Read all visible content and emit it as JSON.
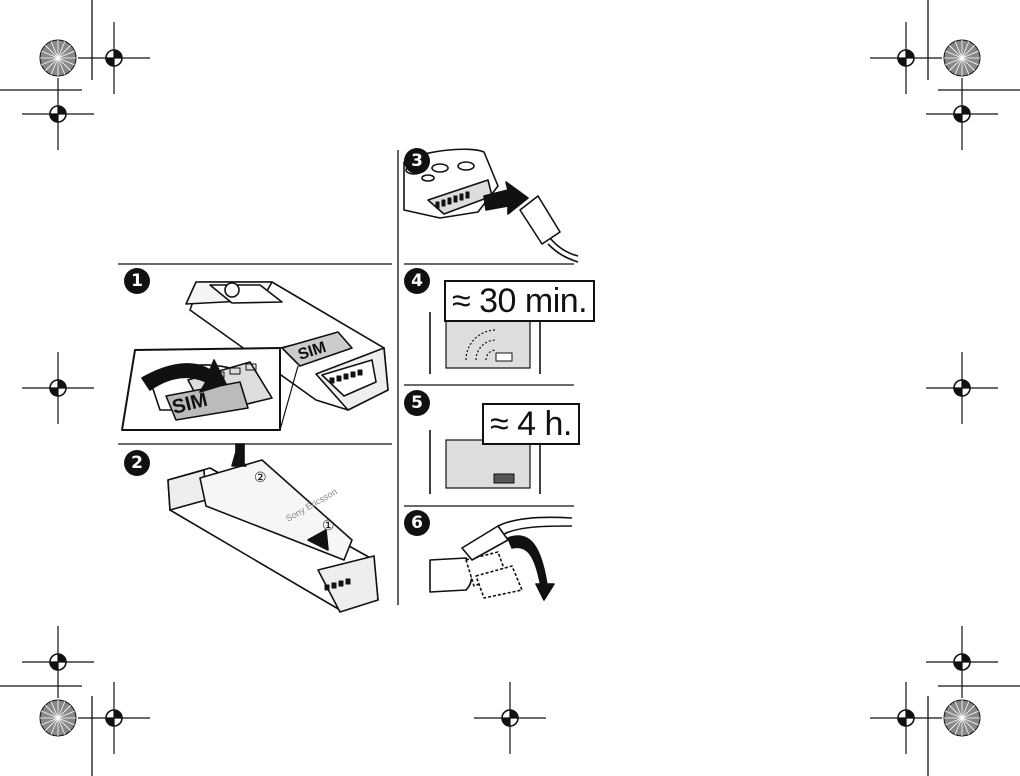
{
  "steps": [
    {
      "number": "1",
      "label": "insert-sim"
    },
    {
      "number": "2",
      "label": "attach-battery-cover"
    },
    {
      "number": "3",
      "label": "connect-charger"
    },
    {
      "number": "4",
      "label": "charge-indicator-delay"
    },
    {
      "number": "5",
      "label": "full-charge-time"
    },
    {
      "number": "6",
      "label": "remove-charger"
    }
  ],
  "sim_label": "SIM",
  "callouts": {
    "wait_time": "≈ 30 min.",
    "charge_time": "≈ 4 h."
  },
  "cover_arrows": {
    "first": "①",
    "second": "②"
  },
  "brand_text": "Sony Ericsson"
}
